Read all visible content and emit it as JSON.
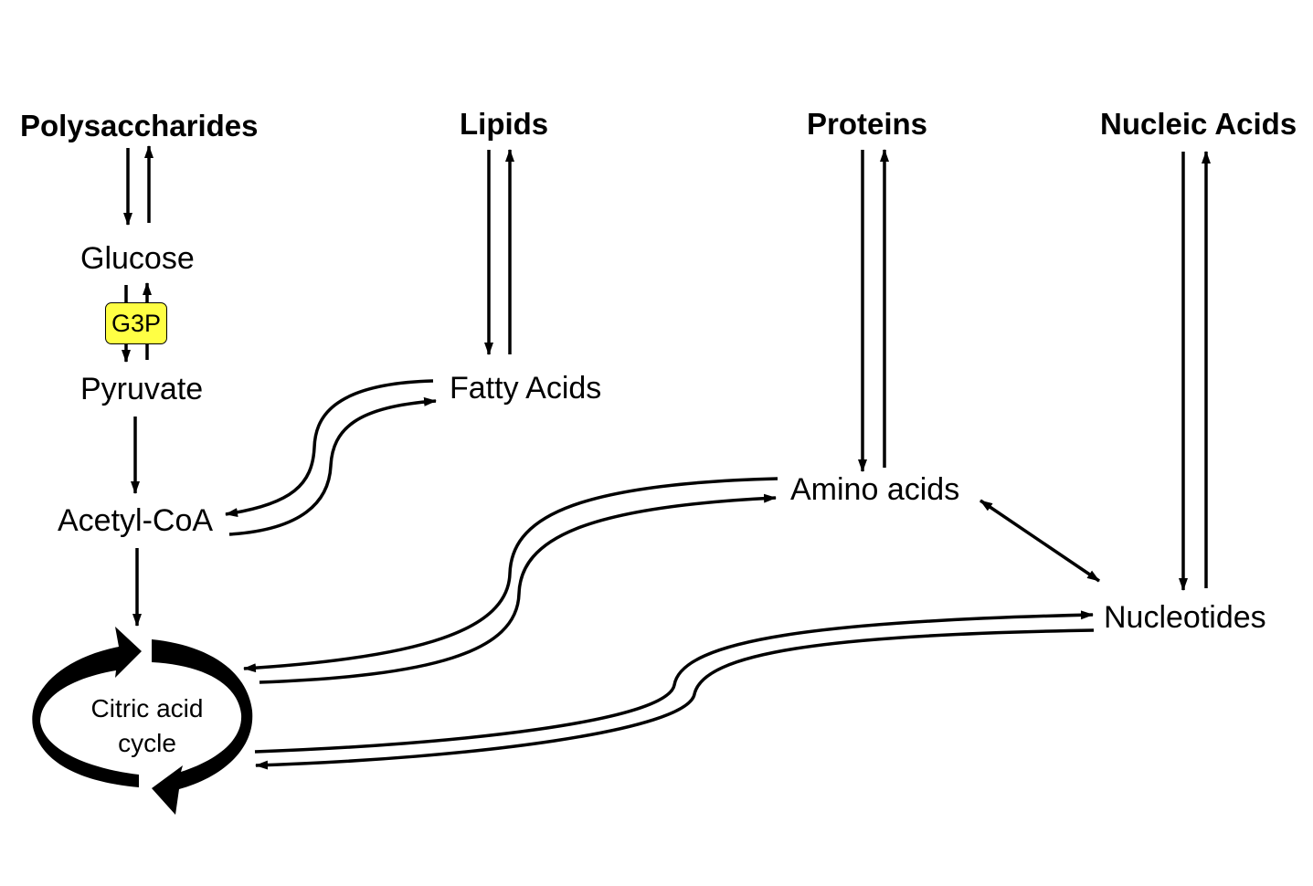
{
  "macromolecules": {
    "polysaccharides": "Polysaccharides",
    "lipids": "Lipids",
    "proteins": "Proteins",
    "nucleic_acids": "Nucleic Acids"
  },
  "monomers": {
    "glucose": "Glucose",
    "pyruvate": "Pyruvate",
    "acetyl_coa": "Acetyl-CoA",
    "fatty_acids": "Fatty Acids",
    "amino_acids": "Amino acids",
    "nucleotides": "Nucleotides"
  },
  "g3p_badge": {
    "label": "G3P",
    "color": "#ffff44"
  },
  "citric_cycle": {
    "line1": "Citric acid",
    "line2": "cycle"
  }
}
